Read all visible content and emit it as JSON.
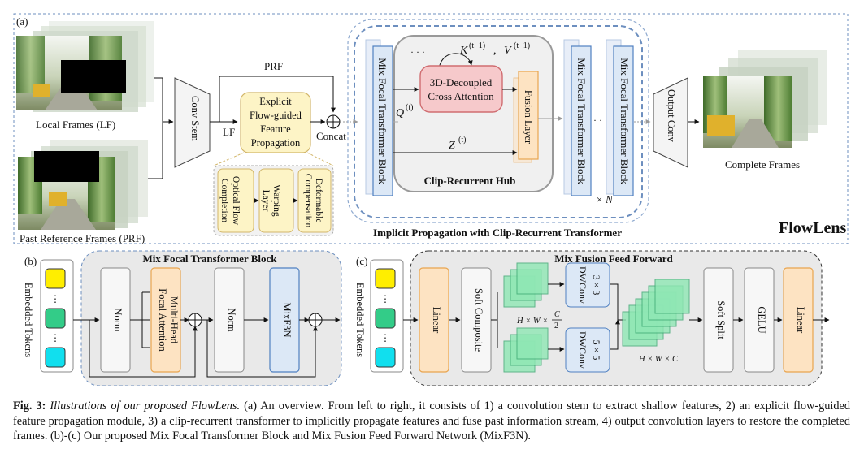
{
  "panel_a": {
    "label": "(a)",
    "local_frames": "Local Frames (LF)",
    "past_frames": "Past Reference Frames (PRF)",
    "conv_stem": "Conv Stem",
    "prf": "PRF",
    "lf": "LF",
    "flow_module": [
      "Explicit",
      "Flow-guided",
      "Feature",
      "Propagation"
    ],
    "sub_modules": [
      [
        "Optical Flow",
        "Completion"
      ],
      [
        "Warping",
        "Layer"
      ],
      [
        "Deformable",
        "Compensation"
      ]
    ],
    "concat": "Concat",
    "mft_block": "Mix Focal Transformer Block",
    "k_label": "K",
    "k_sup": "(t−1)",
    "v_label": "V",
    "v_sup": "(t−1)",
    "q_label": "Q",
    "q_sup": "(t)",
    "z_label": "Z",
    "z_sup": "(t)",
    "attention": [
      "3D-Decoupled",
      "Cross Attention"
    ],
    "fusion": "Fusion Layer",
    "hub": "Clip-Recurrent Hub",
    "times_n": "× N",
    "output_conv": "Output Conv",
    "complete_frames": "Complete Frames",
    "transformer_title": "Implicit Propagation with Clip-Recurrent Transformer",
    "brand": "FlowLens",
    "dots": "· · ·"
  },
  "panel_b": {
    "label": "(b)",
    "title": "Mix Focal Transformer Block",
    "tokens": "Embedded Tokens",
    "norm1": "Norm",
    "attention": [
      "Multi-Head",
      "Focal Attention"
    ],
    "norm2": "Norm",
    "mixf3n": "MixF3N"
  },
  "panel_c": {
    "label": "(c)",
    "title": "Mix Fusion Feed Forward",
    "tokens": "Embedded Tokens",
    "linear1": "Linear",
    "soft_composite": "Soft Composite",
    "dw3": [
      "3 × 3",
      "DWConv"
    ],
    "dw5": [
      "5 × 5",
      "DWConv"
    ],
    "dim_half": "H × W ×",
    "dim_half_num": "C",
    "dim_half_den": "2",
    "dim_full": "H × W × C",
    "soft_split": "Soft Split",
    "gelu": "GELU",
    "linear2": "Linear"
  },
  "caption": {
    "fig": "Fig. 3:",
    "title": "Illustrations of our proposed FlowLens.",
    "body": "(a) An overview. From left to right, it consists of 1) a convolution stem to extract shallow features, 2) an explicit flow-guided feature propagation module, 3) a clip-recurrent transformer to implicitly propagate features and fuse past information stream, 4) output convolution layers to restore the completed frames. (b)-(c) Our proposed Mix Focal Transformer Block and Mix Fusion Feed Forward Network (MixF3N)."
  },
  "colors": {
    "orange_fill": "#fde3c2",
    "orange_border": "#e9a54f",
    "blue_fill": "#dce8f6",
    "blue_border": "#4f80c1",
    "pink_fill": "#f6c9cb",
    "pink_border": "#d06d71",
    "yellow_fill": "#fdf4c6",
    "yellow_border": "#d2b66a",
    "gray_panel": "#e9e9e9",
    "token_yellow": "#ffee00",
    "token_green": "#33cc88",
    "token_cyan": "#11dfee",
    "feature_green": "#8fe7b4"
  }
}
